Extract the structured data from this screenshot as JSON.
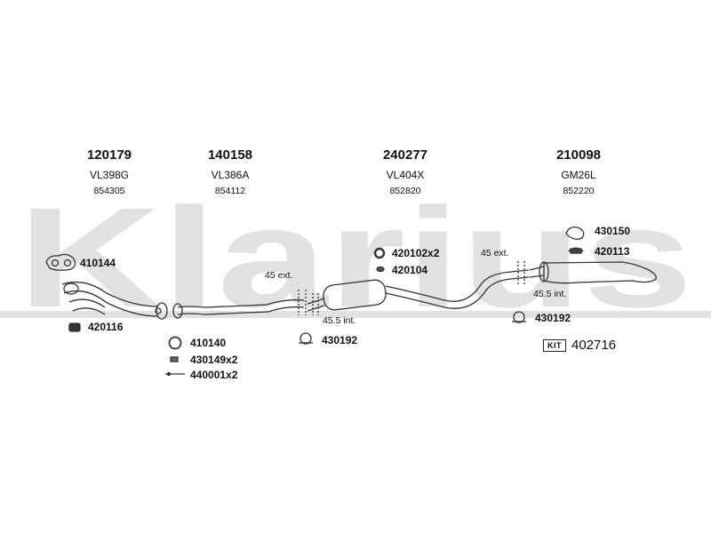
{
  "watermark": {
    "text": "Klarius",
    "color": "#e2e2e2"
  },
  "headers": [
    {
      "number": "120179",
      "code": "VL398G",
      "ref": "854305"
    },
    {
      "number": "140158",
      "code": "VL386A",
      "ref": "854112"
    },
    {
      "number": "240277",
      "code": "VL404X",
      "ref": "852820"
    },
    {
      "number": "210098",
      "code": "GM26L",
      "ref": "852220"
    }
  ],
  "parts": {
    "p410144": "410144",
    "p420116": "420116",
    "p410140": "410140",
    "p430149": "430149x2",
    "p440001": "440001x2",
    "p420102": "420102x2",
    "p420104": "420104",
    "p430192a": "430192",
    "p430150": "430150",
    "p420113": "420113",
    "p430192b": "430192"
  },
  "measurements": {
    "m1": "45 ext.",
    "m2": "45.5 int.",
    "m3": "45 ext.",
    "m4": "45.5 int."
  },
  "kit": {
    "badge": "KIT",
    "number": "402716"
  }
}
